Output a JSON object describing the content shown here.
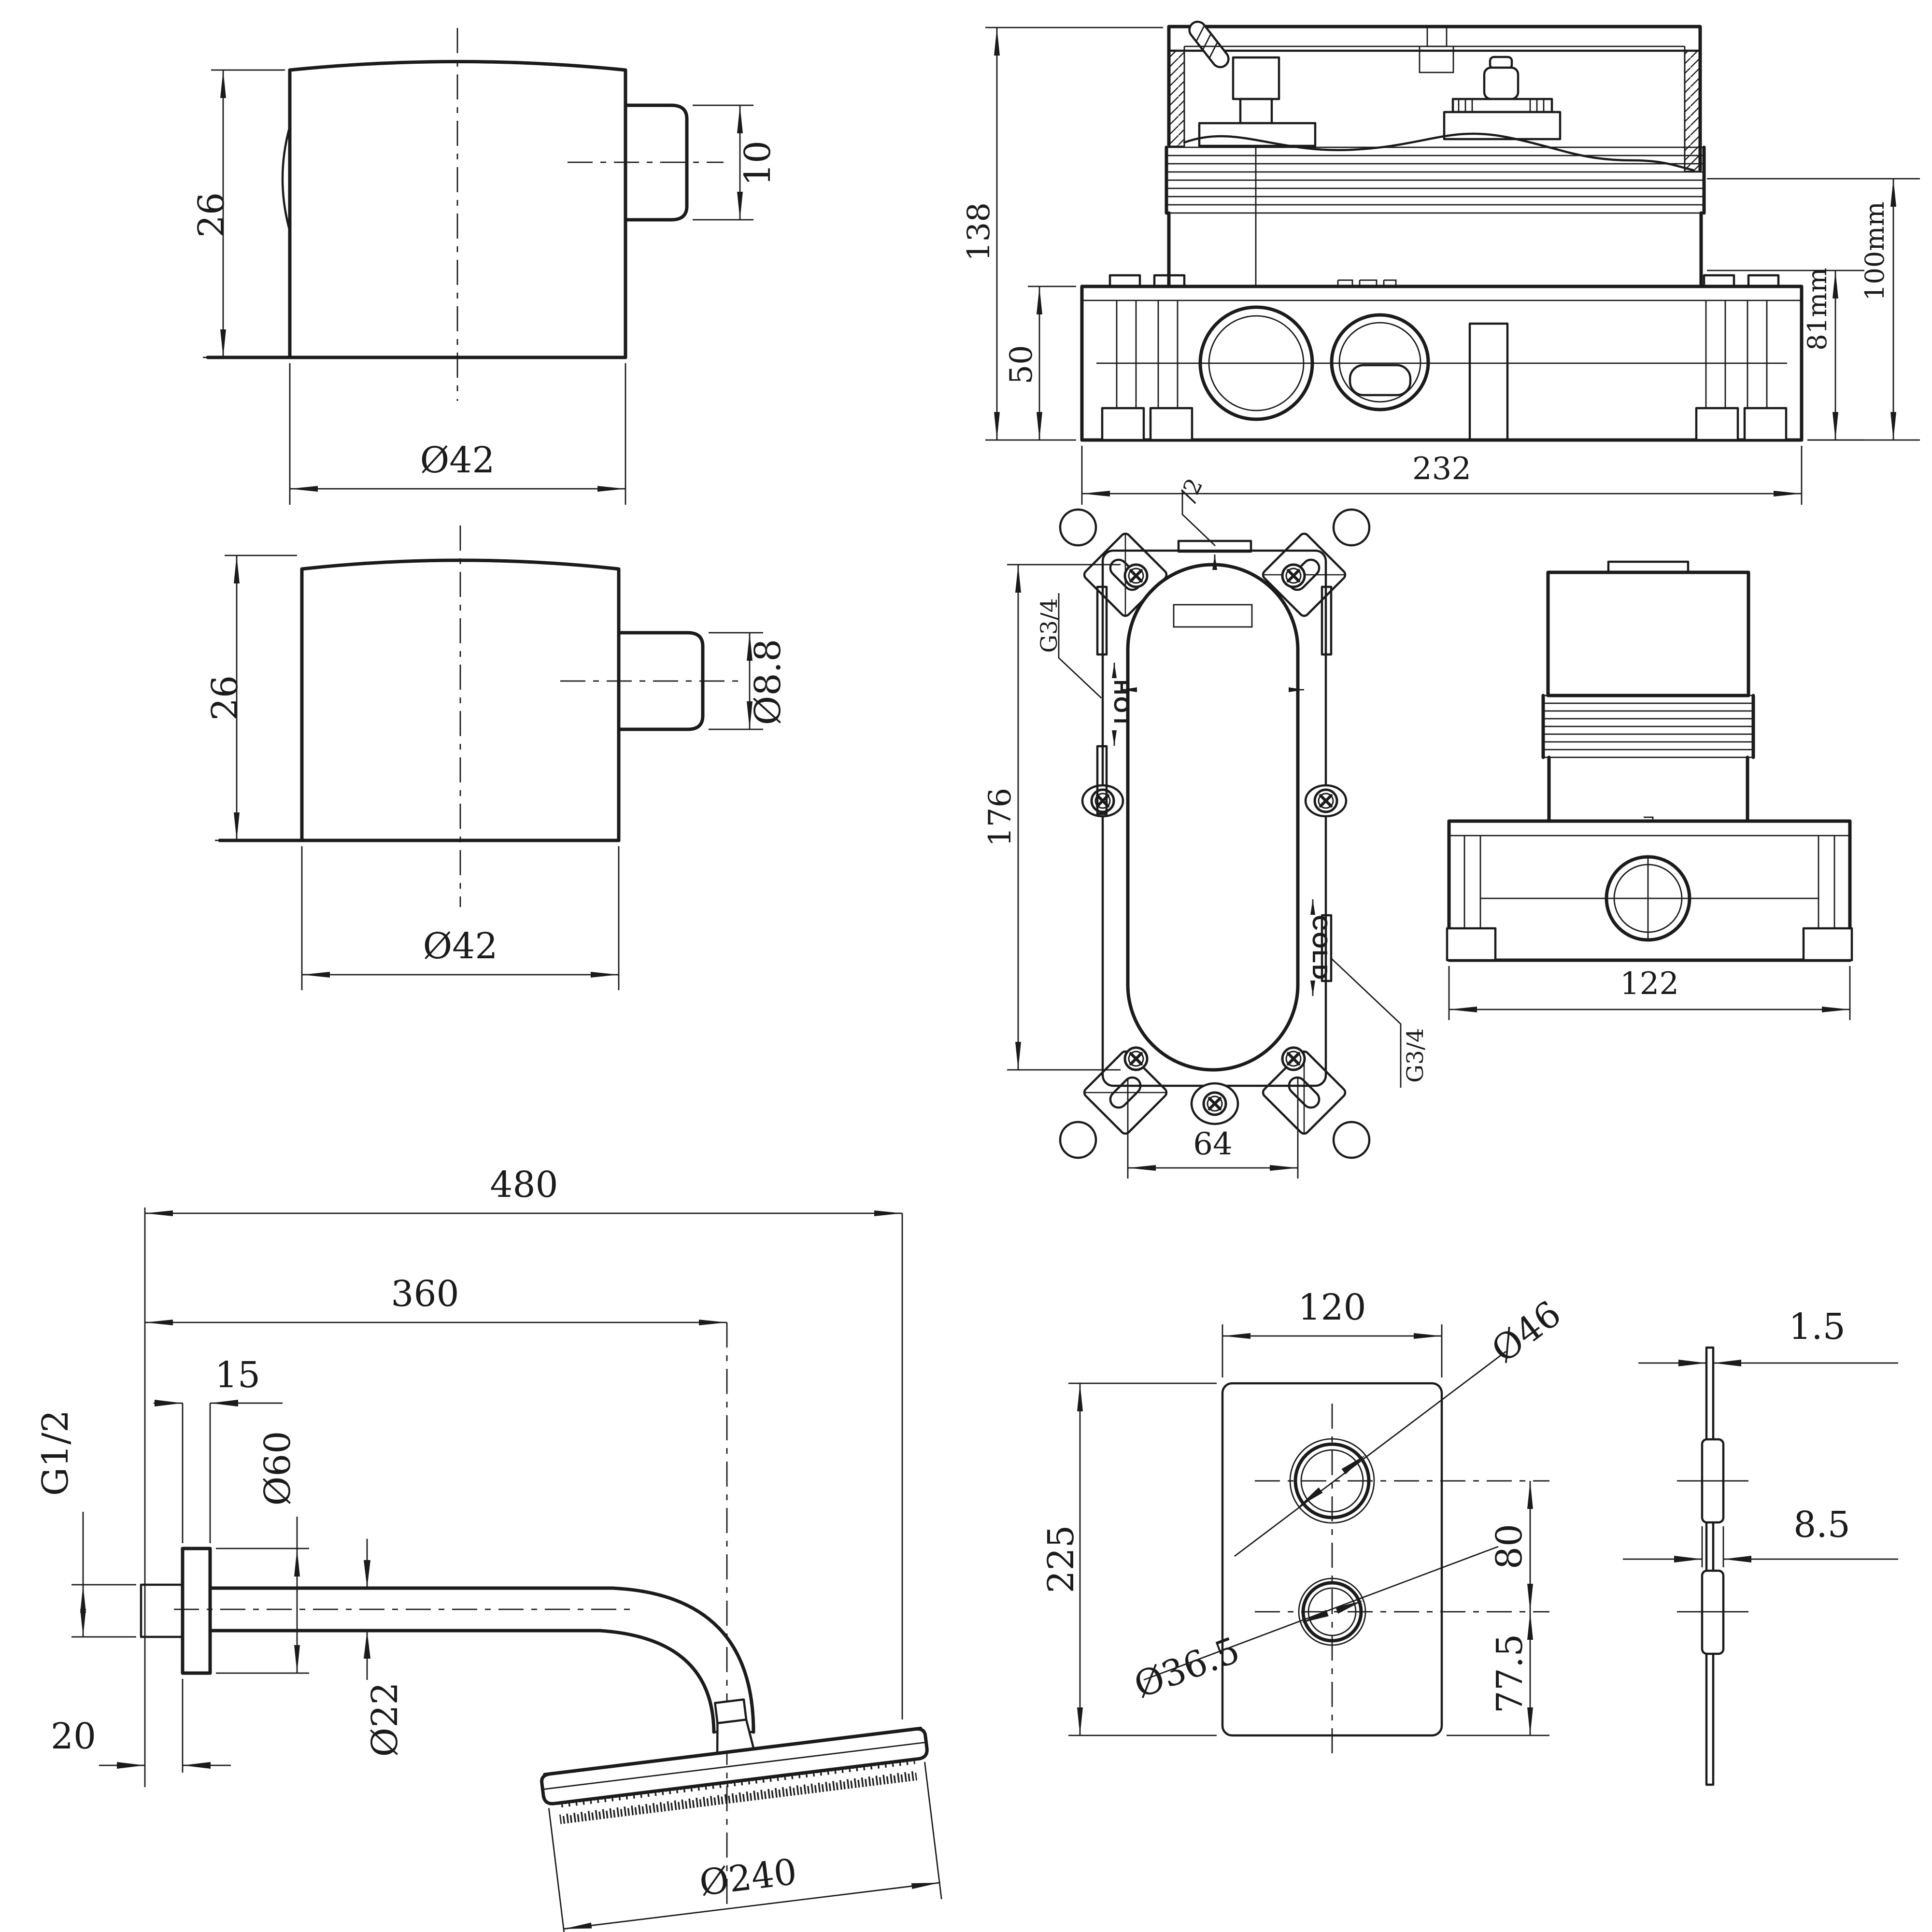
{
  "views": {
    "handle_top": {
      "height": "26",
      "diameter": "Ø42",
      "stub_height": "10"
    },
    "handle_front": {
      "height": "26",
      "diameter": "Ø42",
      "stub_diameter": "Ø8.8"
    },
    "valve_front": {
      "overall_height": "138",
      "box_height": "50",
      "overall_width": "232",
      "depth_min": "81mm",
      "depth_max": "100mm"
    },
    "bracket_front": {
      "top_callout": "/2",
      "hot_thread": "G3/4",
      "hot_label": "HOT",
      "cold_label": "COLD",
      "cold_thread": "G3/4",
      "height": "176",
      "opening_width": "64"
    },
    "valve_side": {
      "width": "122"
    },
    "shower_arm": {
      "overall_length": "480",
      "arm_length": "360",
      "flange_thickness": "15",
      "thread": "G1/2",
      "flange_diameter": "Ø60",
      "wall_offset": "20",
      "arm_diameter": "Ø22",
      "head_diameter": "Ø240"
    },
    "plate_front": {
      "width": "120",
      "height": "225",
      "upper_hole": "Ø46",
      "lower_hole": "Ø36.5",
      "hole_spacing": "80",
      "lower_offset": "77.5"
    },
    "plate_side": {
      "thickness": "1.5",
      "boss_depth": "8.5"
    }
  },
  "colors": {
    "line": "#1b1b1b",
    "background": "#ffffff"
  }
}
